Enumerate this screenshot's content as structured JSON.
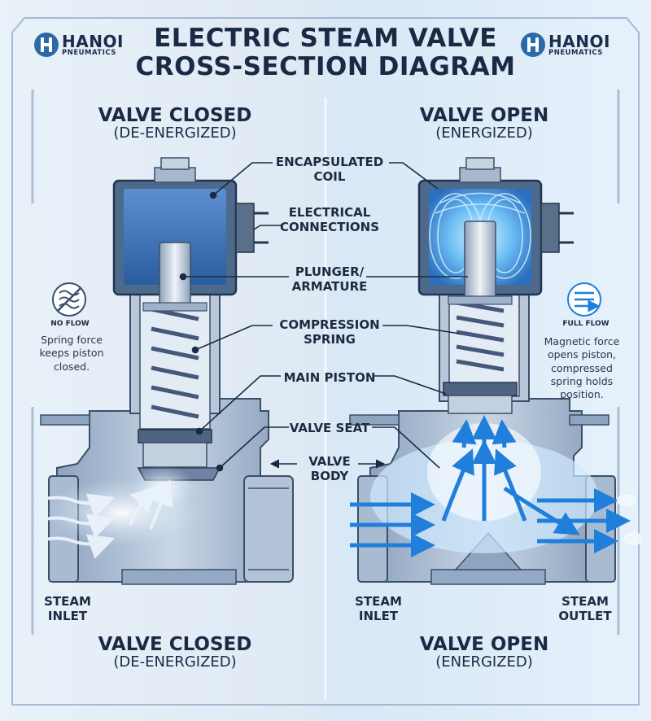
{
  "brand": {
    "name": "HANOI",
    "tagline": "PNEUMATICS"
  },
  "title": {
    "line1": "ELECTRIC STEAM VALVE",
    "line2": "CROSS-SECTION DIAGRAM"
  },
  "closed": {
    "state": "VALVE CLOSED",
    "sub": "(DE-ENERGIZED)",
    "flow_tag": "NO FLOW",
    "note": [
      "Spring force",
      "keeps piston",
      "closed."
    ],
    "inlet": [
      "STEAM",
      "INLET"
    ]
  },
  "open": {
    "state": "VALVE OPEN",
    "sub": "(ENERGIZED)",
    "flow_tag": "FULL FLOW",
    "note": [
      "Magnetic force",
      "opens piston,",
      "compressed",
      "spring holds",
      "position."
    ],
    "inlet": [
      "STEAM",
      "INLET"
    ],
    "outlet": [
      "STEAM",
      "OUTLET"
    ]
  },
  "labels": {
    "coil": [
      "ENCAPSULATED",
      "COIL"
    ],
    "connections": [
      "ELECTRICAL",
      "CONNECTIONS"
    ],
    "plunger": [
      "PLUNGER/",
      "ARMATURE"
    ],
    "spring": [
      "COMPRESSION",
      "SPRING"
    ],
    "piston": [
      "MAIN PISTON"
    ],
    "seat": [
      "VALVE SEAT"
    ],
    "body": [
      "VALVE",
      "BODY"
    ]
  },
  "colors": {
    "ink": "#1a2a44",
    "steel": "#9fb4cc",
    "coil_blue": "#3f78bf",
    "flow_blue": "#2f8be0"
  }
}
